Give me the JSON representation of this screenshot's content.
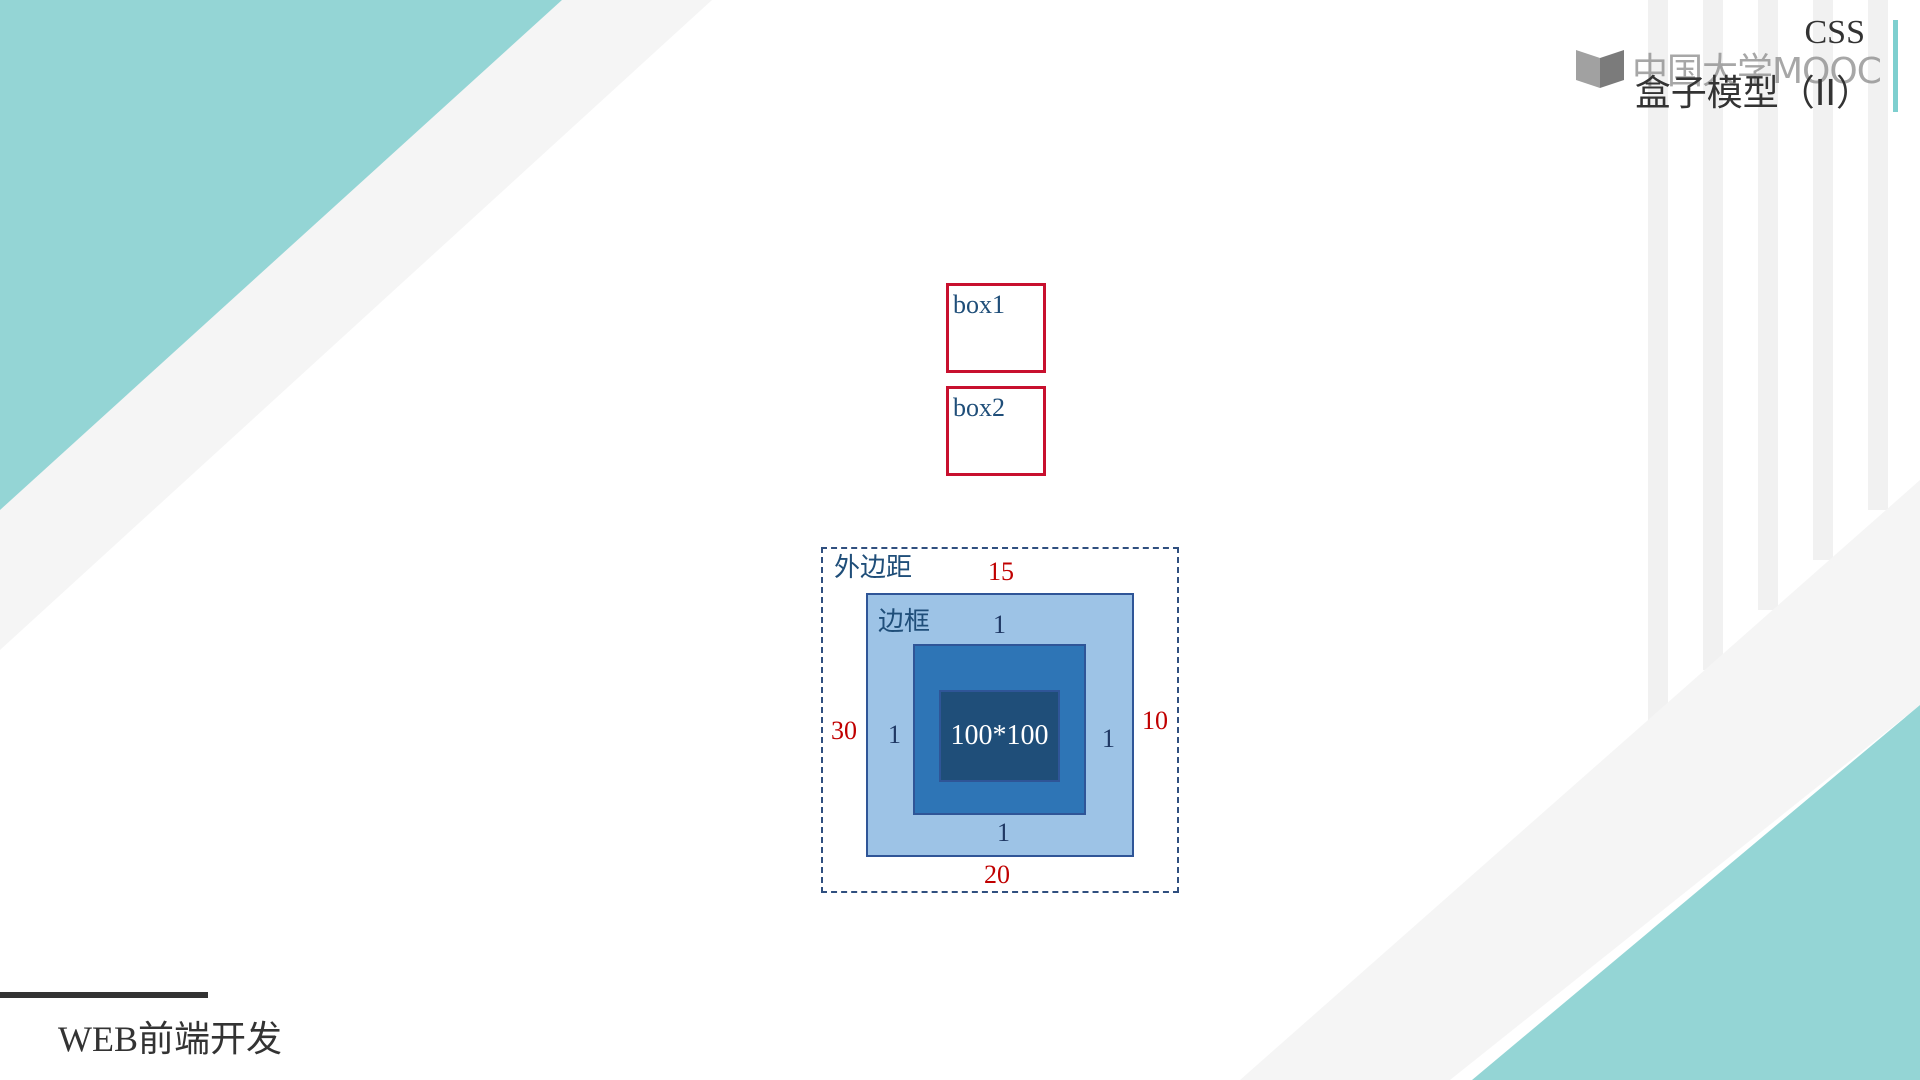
{
  "header": {
    "topic": "CSS",
    "title": "盒子模型（II）",
    "logo_text": "中国大学MOOC"
  },
  "footer": {
    "course": "WEB前端开发"
  },
  "diagram": {
    "boxes": [
      {
        "label": "box1"
      },
      {
        "label": "box2"
      }
    ],
    "box_model": {
      "margin_label": "外边距",
      "border_label": "边框",
      "content_label": "100*100",
      "margin": {
        "top": "15",
        "right": "10",
        "bottom": "20",
        "left": "30"
      },
      "border": {
        "top": "1",
        "right": "1",
        "bottom": "1",
        "left": "1"
      }
    }
  },
  "colors": {
    "teal": "#94d5d5",
    "light_gray": "#f5f5f5",
    "box_red": "#c8102e",
    "margin_number": "#c00000",
    "border_fill": "#9dc3e6",
    "padding_fill": "#2e75b6",
    "content_fill": "#1f4e79"
  }
}
